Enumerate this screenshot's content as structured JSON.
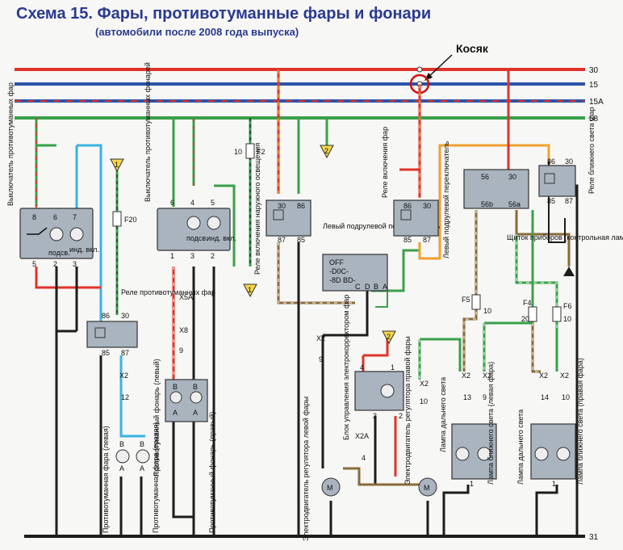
{
  "header": {
    "title": "Схема 15. Фары, противотуманные фары и фонари",
    "subtitle": "(автомобили после 2008 года выпуска)",
    "annotation": "Косяк"
  },
  "buses": {
    "b30": "30",
    "b15": "15",
    "b15a": "15A",
    "b58": "58",
    "b31": "31"
  },
  "colors": {
    "red": "#e0332b",
    "blue": "#2c54a8",
    "green": "#3aa04a",
    "black": "#1d1d1d",
    "orange": "#f0a030",
    "cyan": "#39b3e2",
    "brown": "#8a6a3a"
  },
  "components": {
    "fog_switch": "Выключатель противотуманных фар",
    "fog_switch_pins": [
      "8",
      "6",
      "7",
      "5",
      "2",
      "3"
    ],
    "fog_switch_lamp_labels": [
      "подсв.",
      "инд. вкл."
    ],
    "rear_fog_switch": "Выключатель противотуманных фонарей",
    "rear_fog_switch_pins": [
      "6",
      "4",
      "5",
      "1",
      "3",
      "2"
    ],
    "rear_fog_switch_lamp_labels": [
      "подсв.",
      "инд. вкл."
    ],
    "fog_relay": "Реле противотуманных фар",
    "fog_relay_pins": [
      "86",
      "30",
      "85",
      "87"
    ],
    "outer_light_relay": "Реле включения наружного освещения",
    "outer_light_relay_pins": [
      "30",
      "86",
      "87",
      "85"
    ],
    "headlight_relay": "Реле включения фар",
    "headlight_relay_pins": [
      "86",
      "30",
      "85",
      "87"
    ],
    "left_stalk": "Левый подрулевой переключатель",
    "left_stalk_positions": [
      "OFF",
      "-D0C-",
      "-8D BD-"
    ],
    "left_stalk_pins": [
      "C",
      "D",
      "B",
      "A"
    ],
    "left_stalk2": "Левый подрулевой переключатель",
    "left_stalk2_pins": [
      "56",
      "30",
      "56b",
      "56a"
    ],
    "low_beam_relay": "Реле ближнего света фар",
    "low_beam_relay_pins": [
      "86",
      "30",
      "85",
      "87"
    ],
    "dashboard": "Щиток приборов (контрольная лампа включения дальнего света фар)",
    "headlight_corrector_unit": "Блок управления электрокорректором фар",
    "corrector_unit_pins": [
      "4",
      "1",
      "3",
      "2"
    ],
    "fog_lamp_left": "Противотуманная фара (левая)",
    "fog_lamp_right": "Противотуманная фара (правая)",
    "rear_fog_left": "Противотуманный фонарь (левый)",
    "rear_fog_right": "Противотуманный фонарь (правый)",
    "corrector_left": "Электродвигатель регулятора левой фары",
    "corrector_right": "Электродвигатель регулятора правой фары",
    "high_beam": "Лампа дальнего света",
    "low_beam_left": "Лампа ближнего света (левая фара)",
    "low_beam_right": "Лампа ближнего света (правая фара)"
  },
  "fuses": {
    "F2": "F2",
    "F2_rating": "10",
    "F20": "F20",
    "F5": "F5",
    "F5_rating": "10",
    "F4": "F4",
    "F4_rating": "20",
    "F6": "F6",
    "F6_rating": "10"
  },
  "connectors": {
    "x2": "X2",
    "x5a": "X5A",
    "x8": "X8",
    "x2a": "X2A",
    "num_12": "12",
    "num_9": "9",
    "num_10": "10",
    "num_13": "13",
    "num_14": "14",
    "num_4": "4",
    "num_1": "1",
    "num_2": "2",
    "num_3": "3",
    "pin_a": "A",
    "pin_b": "B",
    "ground_1": "1",
    "ground_2": "2"
  }
}
